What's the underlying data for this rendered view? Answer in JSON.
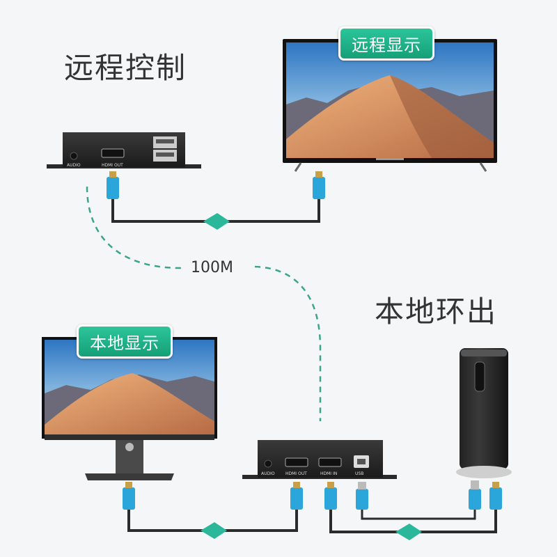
{
  "labels": {
    "remote_control": "远程控制",
    "remote_display": "远程显示",
    "local_loopout": "本地环出",
    "local_display": "本地显示",
    "link_speed": "100M"
  },
  "remote_box": {
    "ports": [
      "AUDIO",
      "HDMI OUT"
    ]
  },
  "local_box": {
    "ports": [
      "AUDIO",
      "HDMI OUT",
      "HDMI IN",
      "USB"
    ]
  },
  "colors": {
    "badge": "#1fb386",
    "arrow": "#2bb79a",
    "dashed_link": "#3aa58a",
    "connector_blue": "#2aa6db",
    "cable": "#2b2b2b"
  }
}
